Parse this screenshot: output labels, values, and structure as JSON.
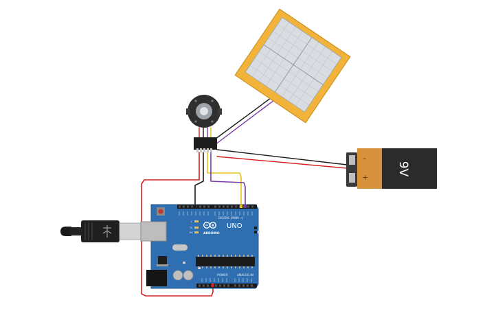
{
  "battery": {
    "label": "9V",
    "minus_sign": "–",
    "plus_sign": "+"
  },
  "arduino": {
    "brand_label": "UNO",
    "logo_text": "ARDUINO",
    "digital_label": "DIGITAL (PWM ~)",
    "power_label": "POWER",
    "analog_label": "ANALOG IN",
    "led_l": "L",
    "led_tx": "TX",
    "led_rx": "RX",
    "on_label": "ON"
  },
  "colors": {
    "wire_red": "#d42020",
    "wire_black": "#1a1a1a",
    "wire_yellow": "#e6c21a",
    "wire_purple": "#7a3aa6",
    "board_blue": "#2f6fb1",
    "battery_orange": "#d8923e",
    "battery_black": "#2b2b2b",
    "panel_gold": "#f2b33a"
  },
  "icons": {
    "usb_plug": "usb-plug-icon",
    "servo": "servo-motor-icon",
    "touch_panel": "touch-panel-icon"
  }
}
